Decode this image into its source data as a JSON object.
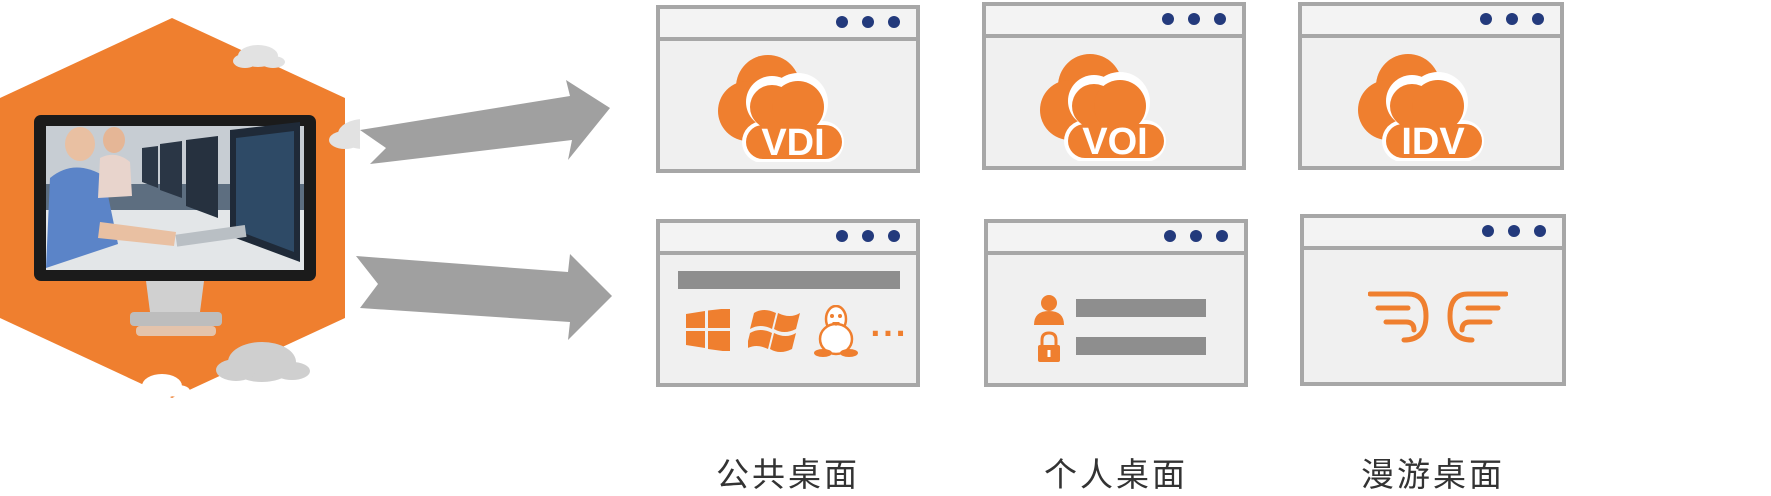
{
  "colors": {
    "accent": "#ef7f2f",
    "frame": "#a7a7a7",
    "dots": "#233a7c",
    "arrow": "#a0a0a0",
    "bar": "#8e8e8e"
  },
  "top_row": [
    {
      "label": "VDI",
      "icon": "cloud-icon"
    },
    {
      "label": "VOI",
      "icon": "cloud-icon"
    },
    {
      "label": "IDV",
      "icon": "cloud-icon"
    }
  ],
  "bottom_row": {
    "public": {
      "caption": "公共桌面",
      "icons": [
        "windows-10-icon",
        "windows-xp-icon",
        "linux-tux-icon",
        "ellipsis-icon"
      ],
      "ellipsis": "···"
    },
    "personal": {
      "caption": "个人桌面",
      "icons": [
        "user-icon",
        "lock-icon"
      ]
    },
    "roaming": {
      "caption": "漫游桌面",
      "icons": [
        "wings-icon"
      ]
    }
  },
  "left_visual": {
    "icons": [
      "monitor-icon",
      "cloud-icon"
    ]
  }
}
